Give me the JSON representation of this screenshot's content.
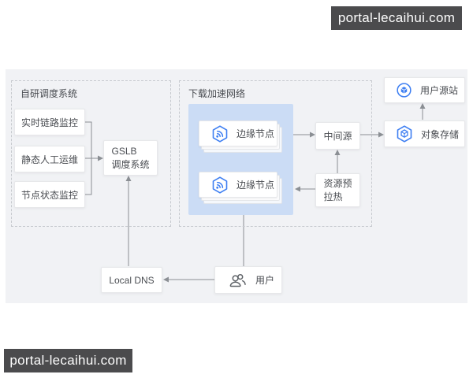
{
  "watermarks": {
    "top": "portal-lecaihui.com",
    "bottom": "portal-lecaihui.com"
  },
  "diagram": {
    "groups": {
      "scheduling": {
        "title": "自研调度系统",
        "realtime_link_monitor": "实时链路监控",
        "static_manual_ops": "静态人工运维",
        "node_status_monitor": "节点状态监控",
        "gslb": {
          "line1": "GSLB",
          "line2": "调度系统"
        }
      },
      "download_network": {
        "title": "下载加速网络",
        "edge_node_1": "边缘节点",
        "edge_node_2": "边缘节点"
      }
    },
    "nodes": {
      "mid_source": "中间源",
      "resource_prewarm": {
        "line1": "资源预",
        "line2": "拉热"
      },
      "user_origin": "用户源站",
      "object_storage": "对象存储",
      "local_dns": "Local DNS",
      "user": "用户"
    },
    "icons": {
      "edge_node": "hexagon-signal-icon",
      "user_origin": "circle-cube-icon",
      "object_storage": "hexagon-cube-icon",
      "user": "users-icon"
    },
    "colors": {
      "accent_blue": "#3E7FF2",
      "panel_blue": "#CBDCF5",
      "canvas_gray": "#F1F2F5",
      "bar_dark": "#4B4B4D",
      "arrow_gray": "#8B8F94",
      "text": "#4A4D52",
      "node_bg": "#FFFFFF"
    }
  }
}
